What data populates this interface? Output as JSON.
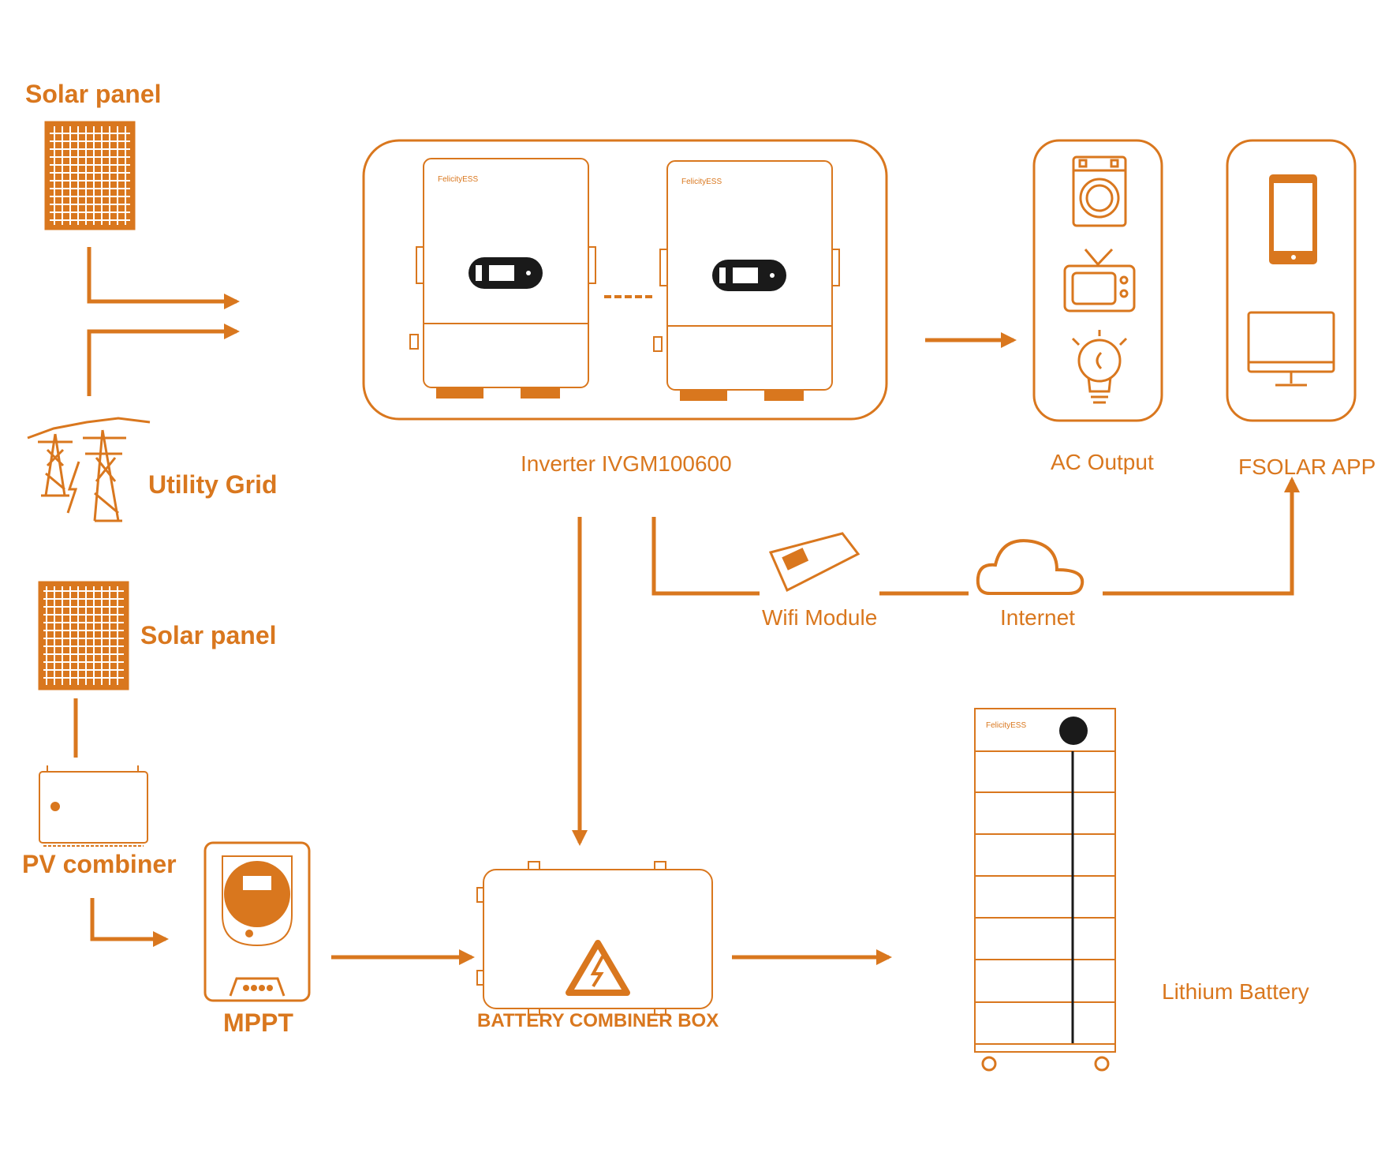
{
  "labels": {
    "solar_panel_top": "Solar panel",
    "utility_grid": "Utility Grid",
    "solar_panel_bottom": "Solar panel",
    "pv_combiner": "PV combiner",
    "mppt": "MPPT",
    "inverter": "Inverter IVGM100600",
    "ac_output": "AC Output",
    "fsolar_app": "FSOLAR APP",
    "wifi_module": "Wifi Module",
    "internet": "Internet",
    "battery_combiner_box": "BATTERY COMBINER BOX",
    "lithium_battery": "Lithium Battery"
  },
  "colors": {
    "accent": "#d9771e",
    "dark": "#1a1a1a"
  }
}
